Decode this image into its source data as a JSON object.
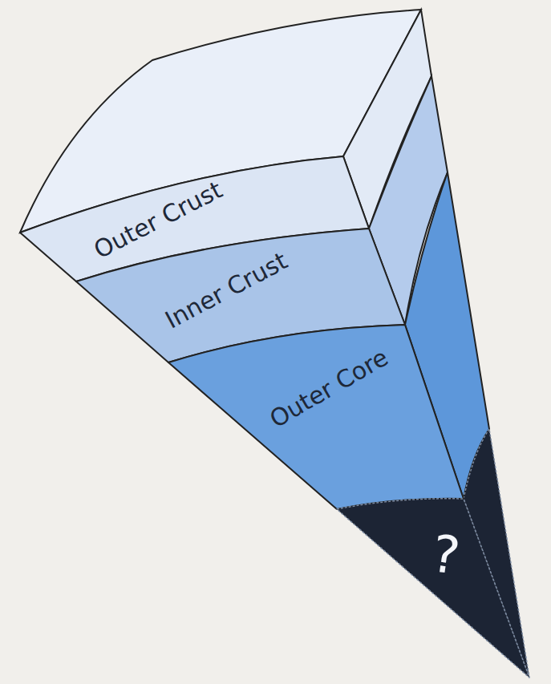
{
  "diagram": {
    "nodes": [
      {
        "text": [
          "Outer Crust"
        ]
      },
      {
        "text": [
          "Inner Crust"
        ]
      },
      {
        "text": [
          "Outer Core"
        ]
      },
      {
        "text": [
          "?"
        ]
      }
    ]
  }
}
